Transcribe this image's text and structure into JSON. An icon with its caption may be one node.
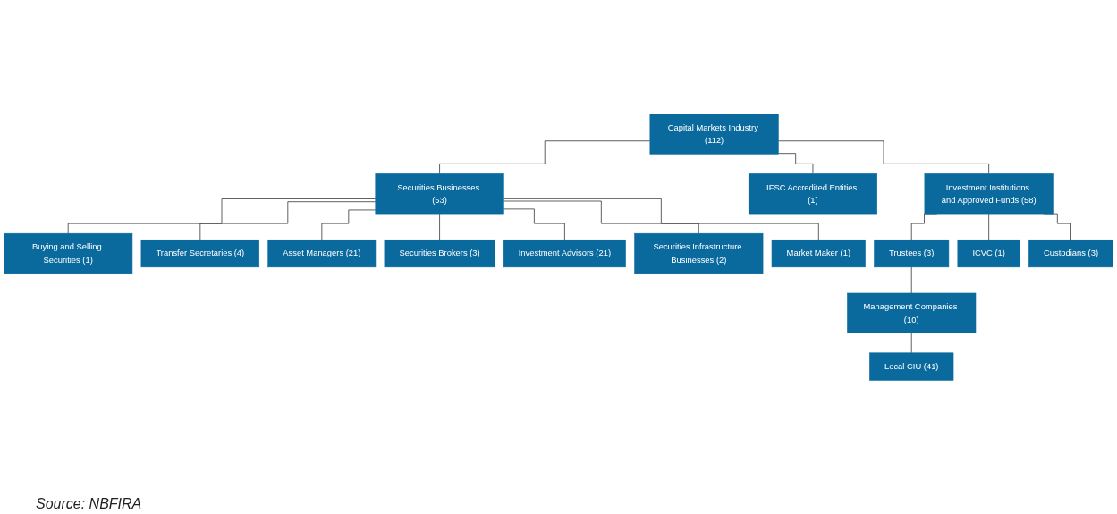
{
  "diagram": {
    "nodes": [
      {
        "text": [
          "Capital Markets Industry (112)"
        ]
      },
      {
        "text": [
          "Buying and Selling Securities (1)"
        ]
      },
      {
        "text": [
          "Securities Businesses (53)"
        ]
      },
      {
        "text": [
          "IFSC Accredited Entities (1)"
        ]
      },
      {
        "text": [
          "Investment Institutions and Approved Funds (58)"
        ]
      },
      {
        "text": [
          "Transfer Secretaries (4)"
        ]
      },
      {
        "text": [
          "Asset Managers (21)"
        ]
      },
      {
        "text": [
          "Securities Brokers (3)"
        ]
      },
      {
        "text": [
          "Investment Advisors (21)"
        ]
      },
      {
        "text": [
          "Securities Infrastructure Businesses (2)"
        ]
      },
      {
        "text": [
          "Trustees (3)"
        ]
      },
      {
        "text": [
          "Custodians (3)"
        ]
      },
      {
        "text": [
          "Market Maker (1)"
        ]
      },
      {
        "text": [
          "Management Companies (10)"
        ]
      },
      {
        "text": [
          "ICVC (1)"
        ]
      },
      {
        "text": [
          "Local CIU (41)"
        ]
      }
    ],
    "edges": [
      {
        "from": 0,
        "to": 2,
        "arrow": "none"
      },
      {
        "from": 0,
        "to": 3,
        "arrow": "none"
      },
      {
        "from": 0,
        "to": 4,
        "arrow": "none"
      },
      {
        "from": 2,
        "to": 1,
        "arrow": "none"
      },
      {
        "from": 2,
        "to": 5,
        "arrow": "none"
      },
      {
        "from": 2,
        "to": 6,
        "arrow": "none"
      },
      {
        "from": 2,
        "to": 7,
        "arrow": "none"
      },
      {
        "from": 2,
        "to": 8,
        "arrow": "none"
      },
      {
        "from": 2,
        "to": 9,
        "arrow": "none"
      },
      {
        "from": 2,
        "to": 12,
        "arrow": "none"
      },
      {
        "from": 4,
        "to": 10,
        "arrow": "none"
      },
      {
        "from": 4,
        "to": 14,
        "arrow": "none"
      },
      {
        "from": 4,
        "to": 11,
        "arrow": "none"
      },
      {
        "from": 10,
        "to": 13,
        "arrow": "none"
      },
      {
        "from": 13,
        "to": 15,
        "arrow": "none"
      }
    ],
    "labels": [
      "Source: NBFIRA"
    ]
  }
}
